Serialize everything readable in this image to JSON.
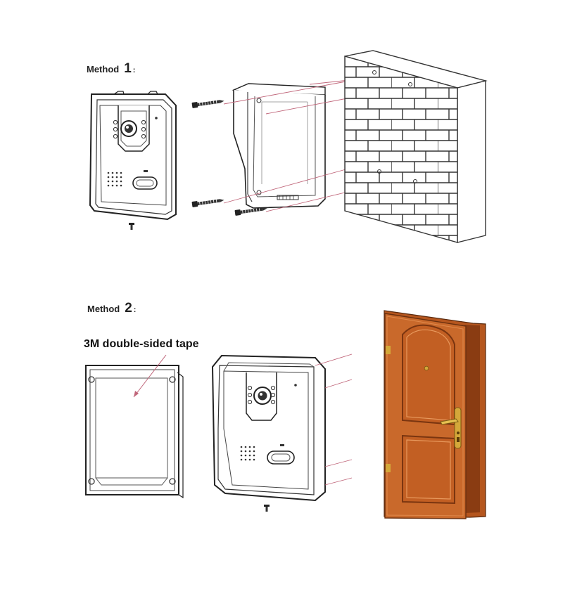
{
  "method1": {
    "word": "Method",
    "number": "1",
    "colon": ":"
  },
  "method2": {
    "word": "Method",
    "number": "2",
    "colon": ":"
  },
  "tape_label": "3M double-sided tape",
  "colors": {
    "line": "#222222",
    "guide": "#c0667a",
    "door_face": "#c9692b",
    "door_frame": "#b5561e",
    "door_handle": "#d4a83a"
  },
  "icons": [
    "screw-icon",
    "brick-wall-icon",
    "door-icon",
    "camera-lens-icon",
    "speaker-grille-icon"
  ]
}
